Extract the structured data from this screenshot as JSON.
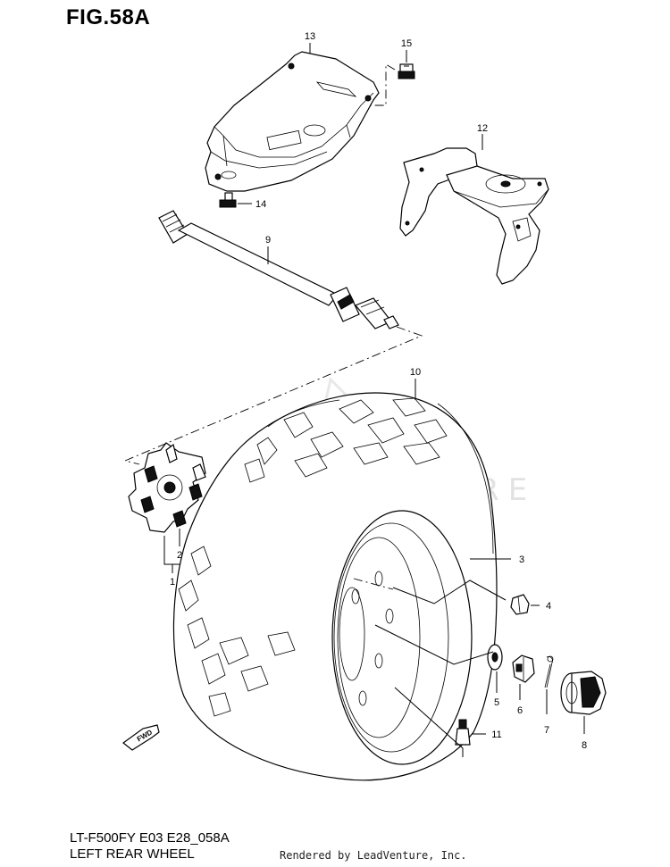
{
  "figure": {
    "title": "FIG.58A",
    "model_code": "LT-F500FY E03 E28_058A",
    "section_name": "LEFT REAR WHEEL",
    "credit": "Rendered by LeadVenture, Inc.",
    "watermark": "LEADVENTURE"
  },
  "callouts": {
    "c1": "1",
    "c2": "2",
    "c3": "3",
    "c4": "4",
    "c5": "5",
    "c6": "6",
    "c7": "7",
    "c8": "8",
    "c9": "9",
    "c10": "10",
    "c11": "11",
    "c12": "12",
    "c13": "13",
    "c14": "14",
    "c15": "15"
  },
  "parts": [
    {
      "ref": "1",
      "name": "rear-hub-assembly"
    },
    {
      "ref": "2",
      "name": "hub-bolt"
    },
    {
      "ref": "3",
      "name": "wheel-rim"
    },
    {
      "ref": "4",
      "name": "wheel-nut"
    },
    {
      "ref": "5",
      "name": "washer"
    },
    {
      "ref": "6",
      "name": "castle-nut"
    },
    {
      "ref": "7",
      "name": "cotter-pin"
    },
    {
      "ref": "8",
      "name": "hub-cap"
    },
    {
      "ref": "9",
      "name": "drive-shaft"
    },
    {
      "ref": "10",
      "name": "tire"
    },
    {
      "ref": "11",
      "name": "valve-stem"
    },
    {
      "ref": "12",
      "name": "mounting-bracket"
    },
    {
      "ref": "13",
      "name": "skid-plate"
    },
    {
      "ref": "14",
      "name": "bolt"
    },
    {
      "ref": "15",
      "name": "bolt"
    }
  ],
  "colors": {
    "line": "#000000",
    "background": "#ffffff",
    "watermark": "#e2e2e2"
  }
}
